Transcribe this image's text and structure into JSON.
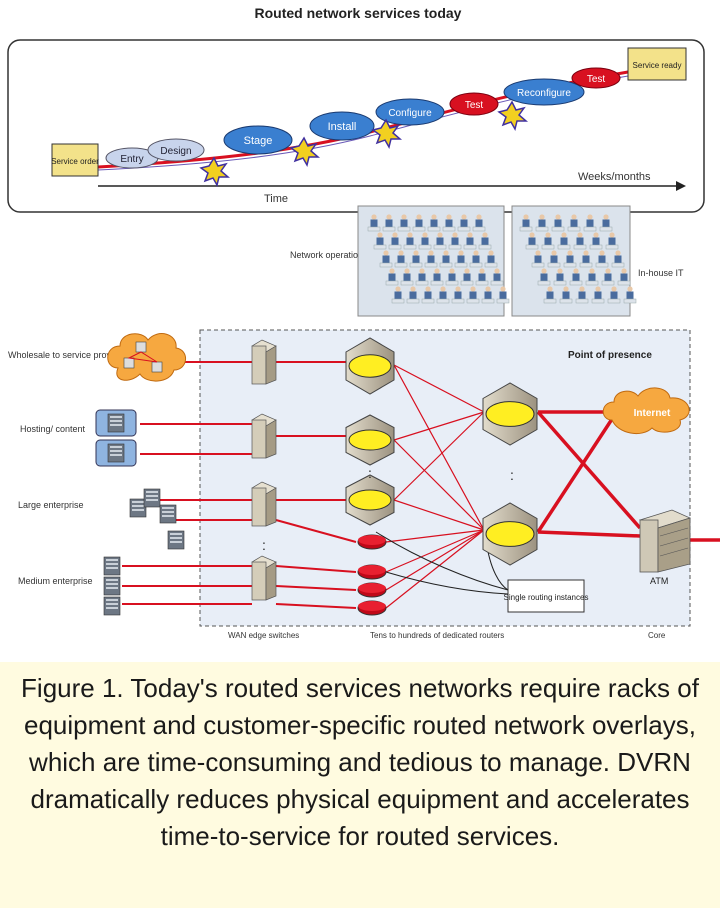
{
  "title": "Routed network services today",
  "timeline": {
    "start_label": "Service order",
    "end_label": "Service ready",
    "stages": [
      "Entry",
      "Design",
      "Stage",
      "Install",
      "Configure",
      "Test",
      "Reconfigure",
      "Test"
    ],
    "x_axis_label": "Time",
    "duration_label": "Weeks/months"
  },
  "staff": {
    "noc_label": "Network operations centers",
    "it_label": "In-house IT"
  },
  "customers": [
    "Wholesale to service provider",
    "Hosting/ content",
    "Large enterprise",
    "Medium enterprise"
  ],
  "network": {
    "pop_label": "Point of presence",
    "internet_label": "Internet",
    "atm_label": "ATM",
    "single_routing_label": "Single routing instances",
    "wan_switches_label": "WAN edge switches",
    "dedicated_routers_label": "Tens to hundreds of dedicated routers",
    "core_label": "Core",
    "ellipsis": ":"
  },
  "caption": "Figure 1. Today's routed services networks require racks of equipment and customer-specific routed network overlays, which are time-consuming and tedious to manage. DVRN dramatically reduces physical equipment and accelerates time-to-service for routed services.",
  "colors": {
    "link_red": "#d81020",
    "stage_blue": "#3a7fd0",
    "stage_gray": "#c8d4ec",
    "stage_red": "#d81020",
    "router_yellow": "#ffee22",
    "cloud_orange": "#f6a840",
    "caption_bg": "#fffbe0"
  }
}
